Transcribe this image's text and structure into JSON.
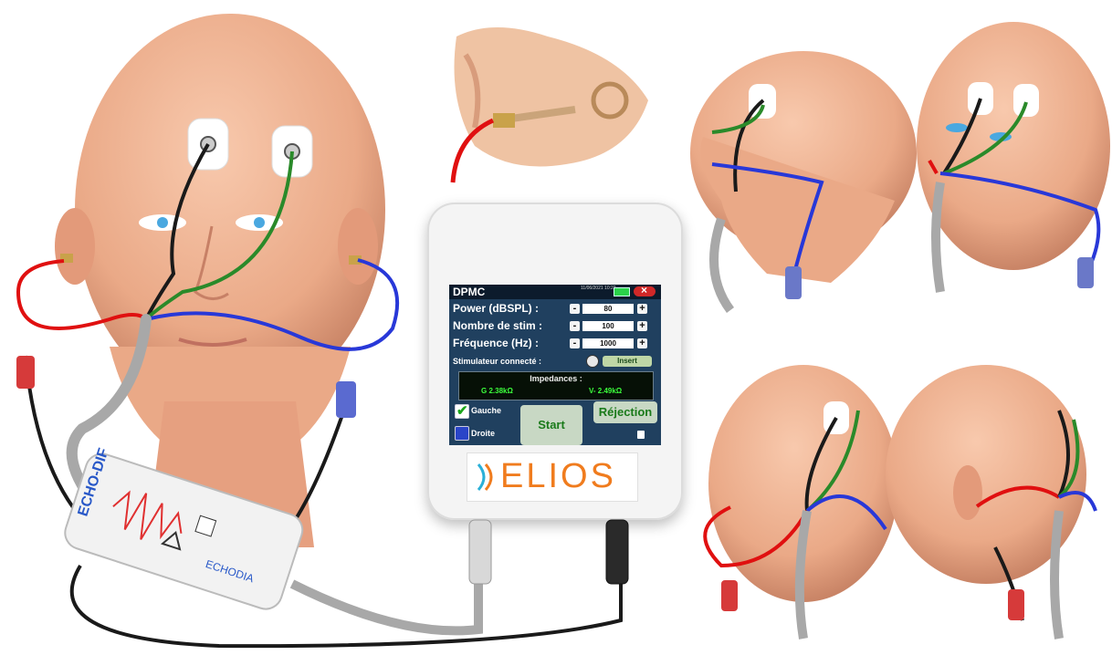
{
  "screen": {
    "title": "DPMC",
    "date": "11/06/2021\n10:22",
    "rows": [
      {
        "label": "Power (dBSPL) :",
        "value": "80"
      },
      {
        "label": "Nombre de stim :",
        "value": "100"
      },
      {
        "label": "Fréquence (Hz) :",
        "value": "1000"
      }
    ],
    "stimulator_label": "Stimulateur connecté :",
    "insert_label": "Insert",
    "impedances_title": "Impedances :",
    "impedance_g": "G   2.38kΩ",
    "impedance_v": "V-  2.49kΩ",
    "left_label": "Gauche",
    "right_label": "Droite",
    "start_label": "Start",
    "reject_label": "Réjection",
    "minus_glyph": "-",
    "plus_glyph": "+"
  },
  "device": {
    "brand": "ELIOS"
  },
  "module": {
    "name": "ECHO-DIF",
    "brand": "ECHODIA"
  },
  "colors": {
    "skin": "#f2b394",
    "cable_red": "#e01010",
    "cable_blue": "#2838d8",
    "cable_green": "#2a8a2a",
    "cable_black": "#1a1a1a",
    "cable_grey": "#a8a8a8",
    "accent_orange": "#f07c1e"
  }
}
